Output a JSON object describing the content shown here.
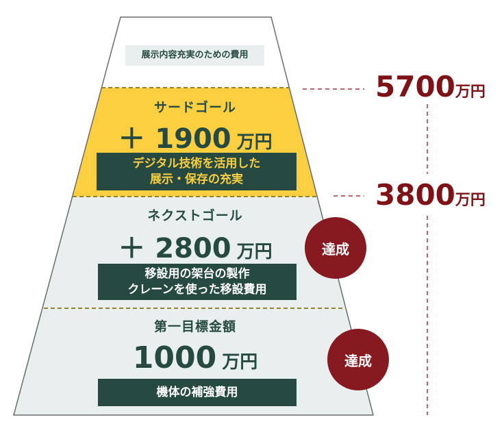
{
  "top_section": {
    "label": "展示内容充実のための費用"
  },
  "third_goal": {
    "title": "サードゴール",
    "amount": "＋ 1900",
    "unit": "万円",
    "desc_line1": "デジタル技術を活用した",
    "desc_line2": "展示・保存の充実"
  },
  "next_goal": {
    "title": "ネクストゴール",
    "amount": "＋ 2800",
    "unit": "万円",
    "desc_line1": "移設用の架台の製作",
    "desc_line2": "クレーンを使った移設費用",
    "badge": "達成"
  },
  "first_goal": {
    "title": "第一目標金額",
    "amount": "1000",
    "unit": "万円",
    "desc_line1": "機体の補強費用",
    "badge": "達成"
  },
  "totals": [
    {
      "value": "5700",
      "unit": "万円"
    },
    {
      "value": "3800",
      "unit": "万円"
    }
  ],
  "colors": {
    "yellow": "#fbcf3f",
    "dark_green": "#264a42",
    "light": "#e9efee",
    "red": "#871a20"
  }
}
